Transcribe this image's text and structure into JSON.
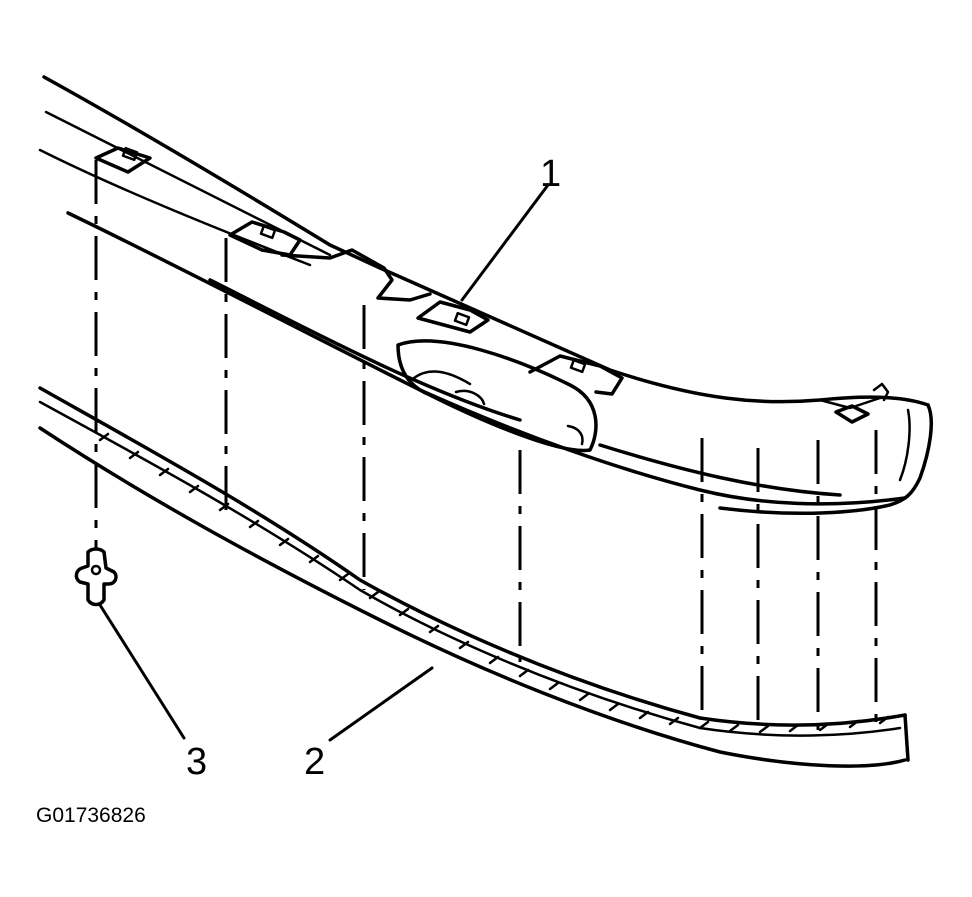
{
  "diagram": {
    "callouts": {
      "one": "1",
      "two": "2",
      "three": "3"
    },
    "figure_id": "G01736826",
    "colors": {
      "ink": "#000000",
      "background": "#ffffff"
    }
  }
}
